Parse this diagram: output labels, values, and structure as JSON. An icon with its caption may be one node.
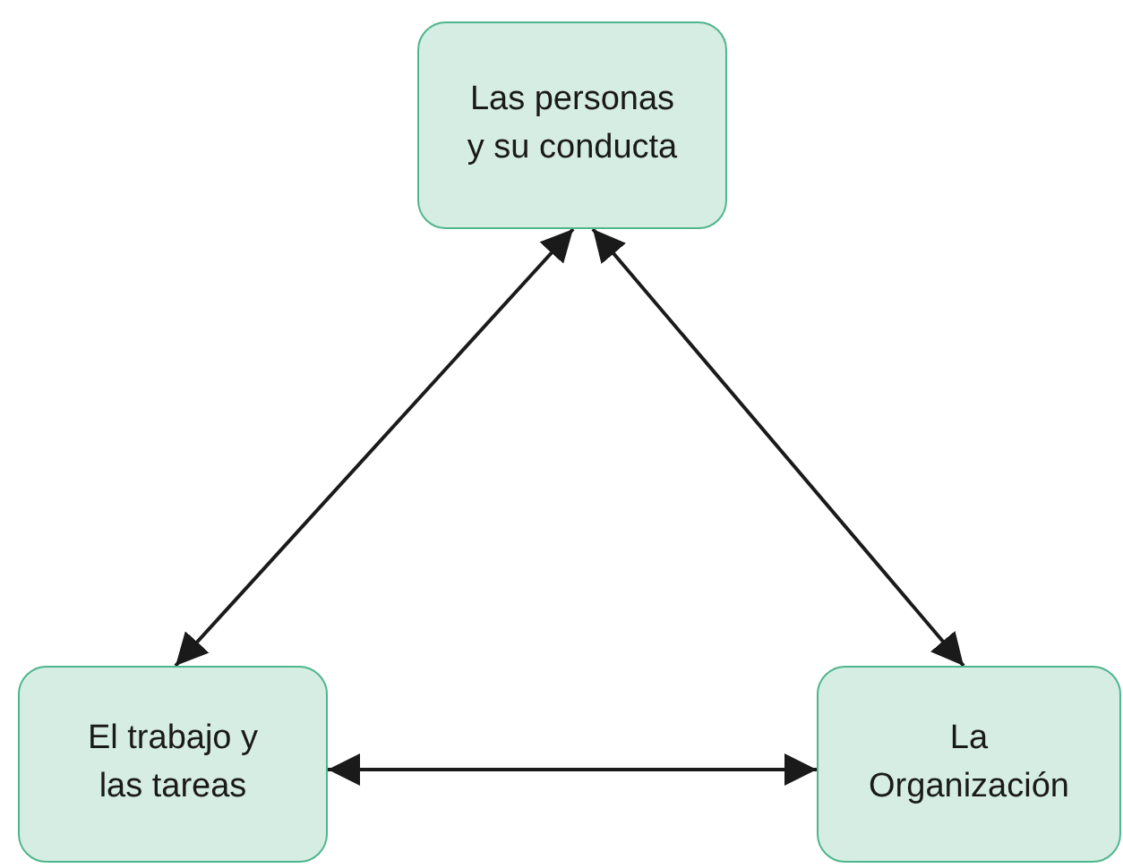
{
  "diagram": {
    "nodes": [
      {
        "text": [
          "Las personas y su conducta"
        ]
      },
      {
        "text": [
          "El trabajo y las tareas"
        ]
      },
      {
        "text": [
          "La Organización"
        ]
      }
    ],
    "edges": [
      {
        "from": 1,
        "to": 0,
        "arrow": "both"
      },
      {
        "from": 0,
        "to": 2,
        "arrow": "both"
      },
      {
        "from": 1,
        "to": 2,
        "arrow": "both"
      }
    ]
  }
}
